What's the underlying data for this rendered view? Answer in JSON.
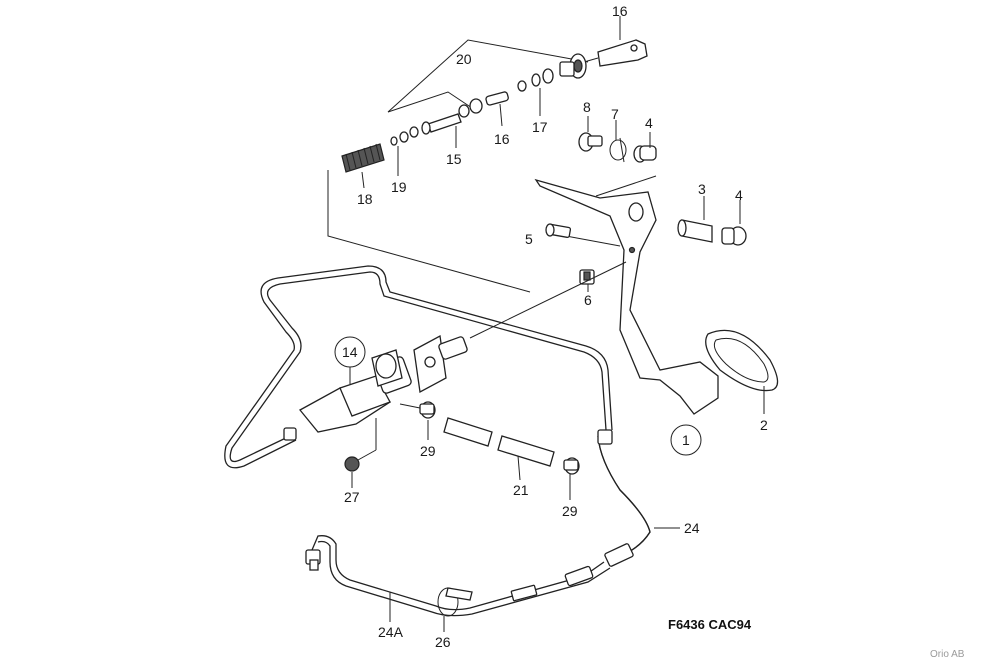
{
  "callouts": {
    "c16_top": "16",
    "c20": "20",
    "c8": "8",
    "c7": "7",
    "c4_top": "4",
    "c16_mid": "16",
    "c17": "17",
    "c15": "15",
    "c19": "19",
    "c18": "18",
    "c3": "3",
    "c4_right": "4",
    "c5": "5",
    "c6": "6",
    "c14": "14",
    "c2": "2",
    "c1": "1",
    "c29_left": "29",
    "c27": "27",
    "c21": "21",
    "c29_right": "29",
    "c24": "24",
    "c24a": "24A",
    "c26": "26"
  },
  "figure_code": "F6436 CAC94",
  "credit": "Orio AB"
}
